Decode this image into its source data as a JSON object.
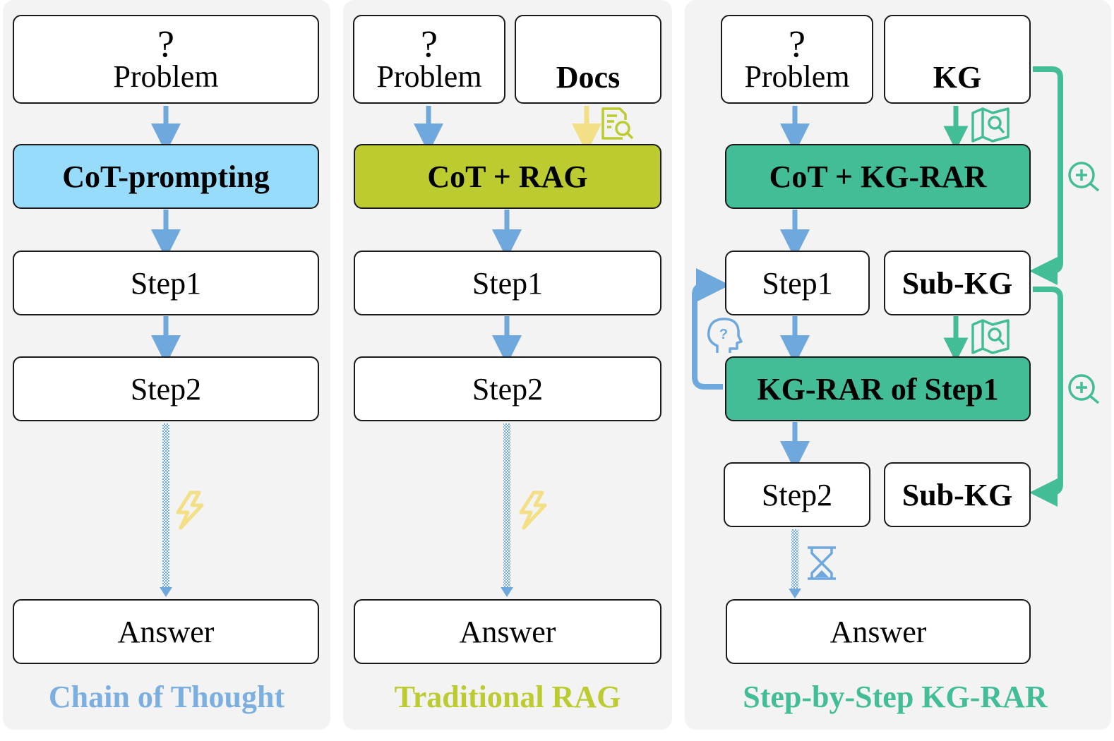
{
  "colors": {
    "cot_fill": "#98dcfb",
    "rag_fill": "#bccb30",
    "kg_fill": "#43bd98",
    "blue_arrow": "#6fa8dc",
    "yellow_arrow": "#f2df86",
    "green_arrow": "#43bd98",
    "caption_cot": "#7bafdf",
    "caption_rag": "#bccb30",
    "caption_kg": "#43bd98"
  },
  "panel_cot": {
    "question_mark": "?",
    "problem": "Problem",
    "method": "CoT-prompting",
    "step1": "Step1",
    "step2": "Step2",
    "answer": "Answer",
    "caption": "Chain of Thought"
  },
  "panel_rag": {
    "question_mark": "?",
    "problem": "Problem",
    "docs": "Docs",
    "method": "CoT + RAG",
    "step1": "Step1",
    "step2": "Step2",
    "answer": "Answer",
    "caption": "Traditional RAG"
  },
  "panel_kg": {
    "question_mark": "?",
    "problem": "Problem",
    "kg": "KG",
    "method": "CoT + KG-RAR",
    "step1": "Step1",
    "subkg1": "Sub-KG",
    "kgrar_step1": "KG-RAR of Step1",
    "step2": "Step2",
    "subkg2": "Sub-KG",
    "answer": "Answer",
    "caption": "Step-by-Step KG-RAR"
  },
  "icons": {
    "cot_shortcut": "lightning-icon",
    "rag_shortcut": "lightning-icon",
    "docs_icon": "documents-icon",
    "doc_search": "document-search-icon",
    "kg_icon": "graph-network-icon",
    "kg_retrieve": "map-search-icon",
    "kg_expand": "zoom-in-icon",
    "reflect": "head-question-icon",
    "waiting": "hourglass-icon"
  }
}
